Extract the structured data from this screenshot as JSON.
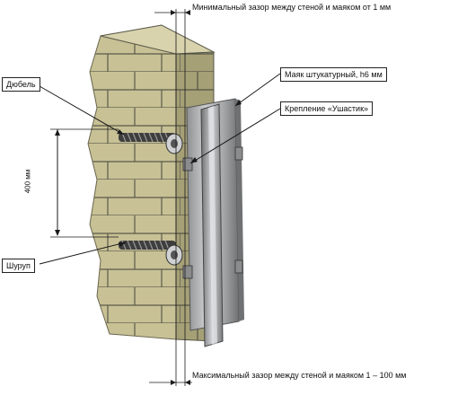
{
  "diagram": {
    "labels": {
      "min_gap": "Минимальный зазор между стеной и маяком от 1 мм",
      "max_gap": "Максимальный зазор между стеной и маяком 1 – 100 мм",
      "mayak": "Маяк штукатурный, h6 мм",
      "kreplenie": "Крепление «Ушастик»",
      "dubel": "Дюбель",
      "shurup": "Шуруп",
      "spacing": "400 мм"
    },
    "colors": {
      "brick_face": "#c8c195",
      "brick_side": "#b2ab7f",
      "brick_top": "#d8d3ad",
      "mortar": "#5a5a4a",
      "metal_light": "#b9bbbd",
      "metal_dark": "#7c7e80",
      "screw": "#4a4a4a",
      "line": "#1a1a1a"
    }
  }
}
